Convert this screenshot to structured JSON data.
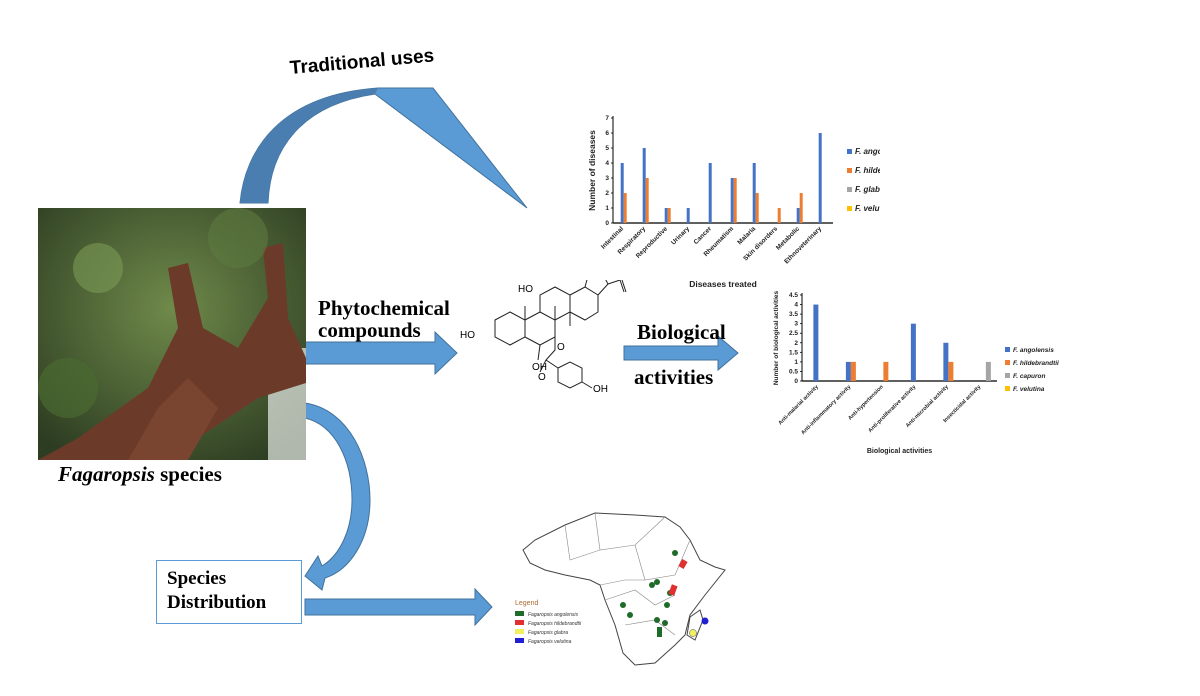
{
  "labels": {
    "traditional_uses": "Traditional uses",
    "phytochemical_line1": "Phytochemical",
    "phytochemical_line2": "compounds",
    "biological_line1": "Biological",
    "biological_line2": "activities",
    "species_caption_italic": "Fagaropsis",
    "species_caption_rest": " species",
    "distribution_line1": "Species",
    "distribution_line2": "Distribution"
  },
  "colors": {
    "arrow_blue": "#5b9bd5",
    "arrow_dark": "#4a7eb0",
    "series_angolensis": "#4472c4",
    "series_hildebrandtii": "#ed7d31",
    "series_grey": "#a5a5a5",
    "series_velutina": "#ffc000"
  },
  "molecule": {
    "labels": [
      "HO",
      "HO",
      "OH",
      "O",
      "O",
      "OH"
    ]
  },
  "chart_data": [
    {
      "type": "bar",
      "title": "",
      "xlabel": "Diseases treated",
      "ylabel": "Number of diseases",
      "ylim": [
        0,
        7
      ],
      "yticks": [
        0,
        1,
        2,
        3,
        4,
        5,
        6,
        7
      ],
      "categories": [
        "Intestinal",
        "Respiratory",
        "Reproductive",
        "Urinary",
        "Cancer",
        "Rheumatism",
        "Malaria",
        "Skin disorders",
        "Metabolic",
        "Ethnoveterinary"
      ],
      "series": [
        {
          "name": "F. angolensis",
          "values": [
            4,
            5,
            1,
            1,
            4,
            3,
            4,
            0,
            1,
            6
          ]
        },
        {
          "name": "F. hildebrandtii",
          "values": [
            2,
            3,
            1,
            0,
            0,
            3,
            2,
            1,
            2,
            0
          ]
        },
        {
          "name": "F. glabra",
          "values": [
            0,
            0,
            0,
            0,
            0,
            0,
            0,
            0,
            0,
            0
          ]
        },
        {
          "name": "F. velutina",
          "values": [
            0,
            0,
            0,
            0,
            0,
            0,
            0,
            0,
            0,
            0
          ]
        }
      ],
      "legend": "right",
      "grid": false
    },
    {
      "type": "bar",
      "title": "",
      "xlabel": "Biological activities",
      "ylabel": "Number of biological activities",
      "ylim": [
        0,
        4.5
      ],
      "yticks": [
        0,
        0.5,
        1,
        1.5,
        2,
        2.5,
        3,
        3.5,
        4,
        4.5
      ],
      "categories": [
        "Anti-malarial activity",
        "Anti-inflammatory activity",
        "Anti-hypertension",
        "Anti-proliferative activity",
        "Anti-microbial activity",
        "Insecticidal activity"
      ],
      "series": [
        {
          "name": "F. angolensis",
          "values": [
            4,
            1,
            0,
            3,
            2,
            0
          ]
        },
        {
          "name": "F. hildebrandtii",
          "values": [
            0,
            1,
            1,
            0,
            1,
            0
          ]
        },
        {
          "name": "F. capuron",
          "values": [
            0,
            0,
            0,
            0,
            0,
            1
          ]
        },
        {
          "name": "F. velutina",
          "values": [
            0,
            0,
            0,
            0,
            0,
            0
          ]
        }
      ],
      "legend": "right",
      "grid": false
    }
  ],
  "map": {
    "legend_title": "Legend",
    "legend_items": [
      {
        "name": "Fagaropsis angolensis",
        "color": "#1e6b2a"
      },
      {
        "name": "Fagaropsis hildebrandtii",
        "color": "#e03030"
      },
      {
        "name": "Fagaropsis glabra",
        "color": "#f0f060"
      },
      {
        "name": "Fagaropsis velutina",
        "color": "#2020d0"
      }
    ]
  }
}
